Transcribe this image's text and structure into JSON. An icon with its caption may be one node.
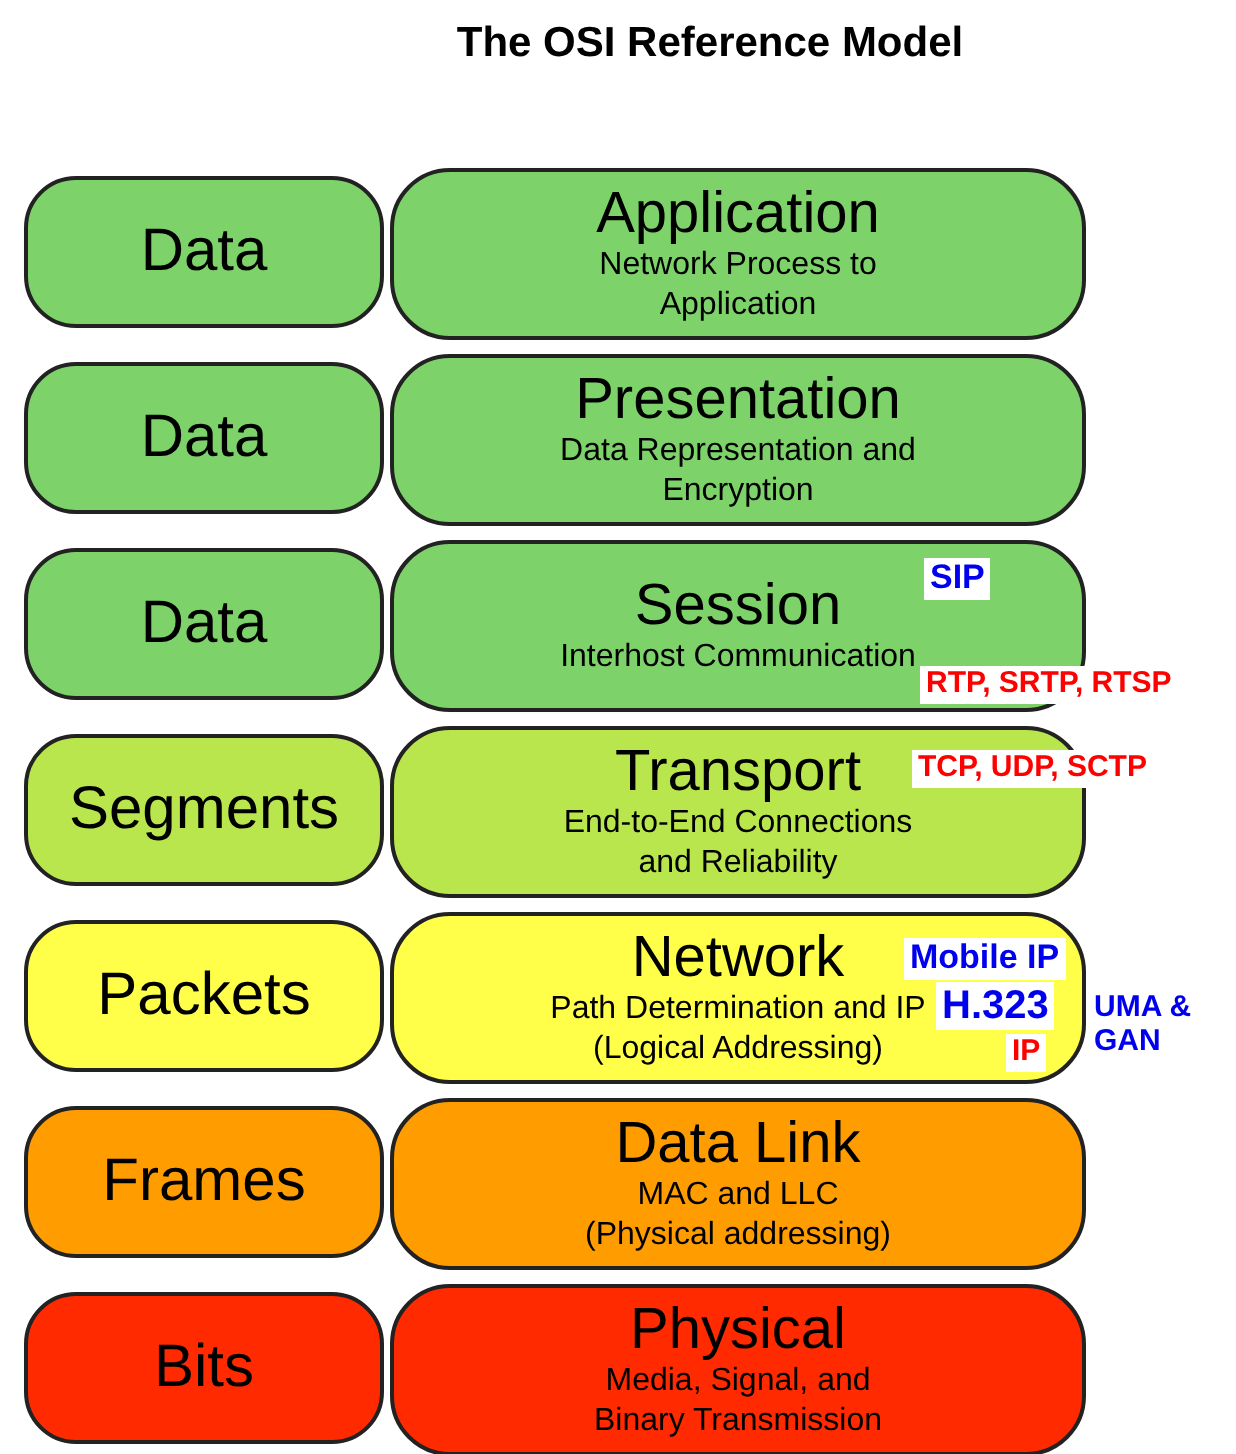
{
  "diagram": {
    "title": "The OSI Reference Model",
    "nodes": [
      {
        "text": [
          "Data"
        ]
      },
      {
        "text": [
          "Application",
          "Network Process to Application"
        ]
      },
      {
        "text": [
          "Data"
        ]
      },
      {
        "text": [
          "Presentation",
          "Data Representation and Encryption"
        ]
      },
      {
        "text": [
          "Data"
        ]
      },
      {
        "text": [
          "Session",
          "Interhost Communication"
        ]
      },
      {
        "text": [
          "Segments"
        ]
      },
      {
        "text": [
          "Transport",
          "End-to-End Connections and Reliability"
        ]
      },
      {
        "text": [
          "Packets"
        ]
      },
      {
        "text": [
          "Network",
          "Path Determination and IP (Logical Addressing)"
        ]
      },
      {
        "text": [
          "Frames"
        ]
      },
      {
        "text": [
          "Data Link",
          "MAC and LLC (Physical addressing)"
        ]
      },
      {
        "text": [
          "Bits"
        ]
      },
      {
        "text": [
          "Physical",
          "Media, Signal, and Binary Transmission"
        ]
      }
    ],
    "labels": [
      "SIP",
      "RTP, SRTP, RTSP",
      "TCP, UDP, SCTP",
      "Mobile IP",
      "H.323",
      "IP",
      "UMA & GAN"
    ]
  }
}
